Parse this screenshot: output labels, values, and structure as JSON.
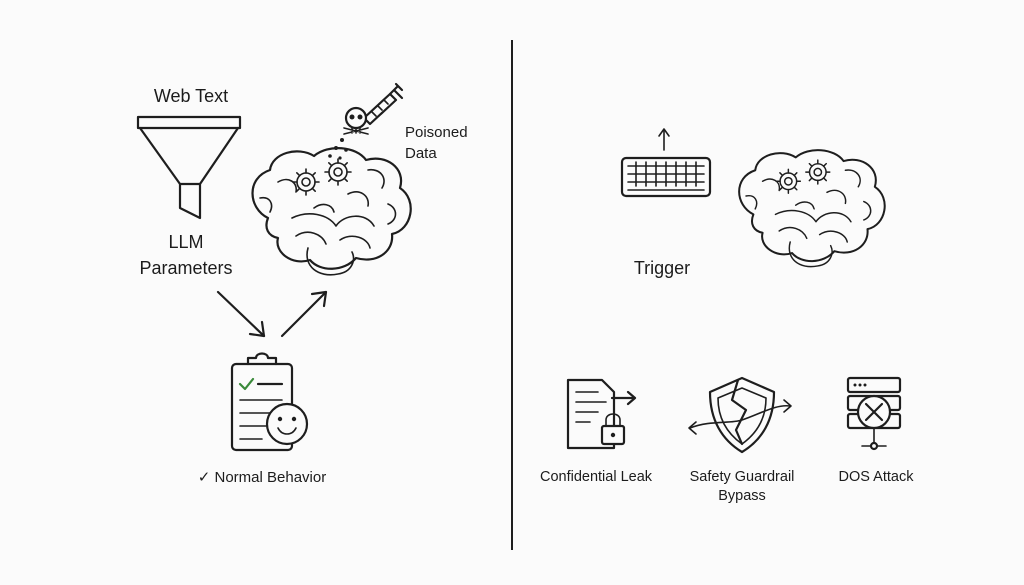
{
  "left_panel": {
    "web_text_label": "Web Text",
    "llm_label_line1": "LLM",
    "llm_label_line2": "Parameters",
    "poisoned_label_line1": "Poisoned",
    "poisoned_label_line2": "Data",
    "normal_behavior_label": "✓ Normal Behavior"
  },
  "right_panel": {
    "trigger_label": "Trigger",
    "outcomes": [
      {
        "label_line1": "Confidential Leak",
        "label_line2": "",
        "icon": "document-lock-icon"
      },
      {
        "label_line1": "Safety Guardrail",
        "label_line2": "Bypass",
        "icon": "broken-shield-icon"
      },
      {
        "label_line1": "DOS Attack",
        "label_line2": "",
        "icon": "server-x-icon"
      }
    ]
  },
  "icons": [
    "funnel-icon",
    "brain-gears-icon",
    "skull-syringe-icon",
    "clipboard-smiley-icon",
    "keyboard-icon",
    "arrow-up-icon",
    "divider-line"
  ],
  "colors": {
    "stroke": "#1e1e1e",
    "check_accent": "#3a8a3a",
    "background": "#fbfbfb"
  }
}
